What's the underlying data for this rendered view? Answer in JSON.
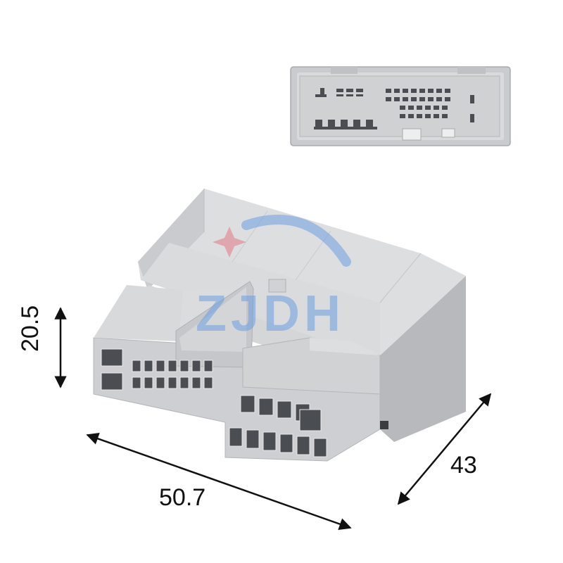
{
  "watermark": {
    "text": "ZJDH"
  },
  "dimensions": {
    "height": "20.5",
    "width": "50.7",
    "depth": "43"
  },
  "colors": {
    "background": "#ffffff",
    "housing_face": "#cfd1d4",
    "housing_top": "#dfe1e3",
    "housing_side": "#b8babd",
    "cavity": "#4a4d51",
    "dimension_line": "#111111",
    "watermark_blue": "#6f9fe0",
    "watermark_red": "#e37a85"
  },
  "icons": {
    "watermark_star": "four-point-star-icon",
    "watermark_arc": "arc-swoosh"
  }
}
